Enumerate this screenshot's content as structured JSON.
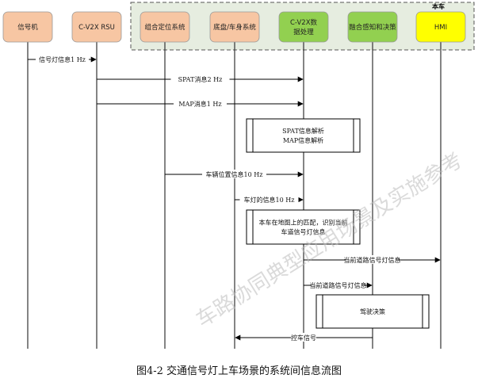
{
  "diagram": {
    "group_tag": "本车",
    "actors": [
      {
        "id": "signal",
        "label": "信号机",
        "color": "#f7c6a3"
      },
      {
        "id": "rsu",
        "label": "C-V2X RSU",
        "color": "#f7c6a3"
      },
      {
        "id": "positioning",
        "label": "组合定位系统",
        "color": "#f7c6a3"
      },
      {
        "id": "chassis",
        "label": "底盘/车身系统",
        "color": "#f7c6a3"
      },
      {
        "id": "v2x",
        "label": "C-V2X数据处理",
        "color": "#92d050"
      },
      {
        "id": "fusion",
        "label": "融合感知和决策",
        "color": "#92d050"
      },
      {
        "id": "hmi",
        "label": "HMI",
        "color": "#ffff00"
      }
    ],
    "messages": [
      {
        "from": "signal",
        "to": "rsu",
        "label": "信号灯信息1 Hz"
      },
      {
        "from": "rsu",
        "to": "v2x",
        "label": "SPAT消息2 Hz"
      },
      {
        "from": "rsu",
        "to": "v2x",
        "label": "MAP消息1 Hz"
      },
      {
        "from": "positioning",
        "to": "v2x",
        "label": "车辆位置信息10 Hz"
      },
      {
        "from": "chassis",
        "to": "v2x",
        "label": "车灯的信息10 Hz"
      },
      {
        "from": "v2x",
        "to": "hmi",
        "label": "当前道路信号灯信息"
      },
      {
        "from": "v2x",
        "to": "fusion",
        "label": "当前道路信号灯信息"
      },
      {
        "from": "fusion",
        "to": "chassis",
        "label": "控车信号"
      }
    ],
    "process_boxes": [
      {
        "lines": [
          "SPAT信息解析",
          "MAP信息解析"
        ]
      },
      {
        "lines": [
          "本车在地图上的匹配，识别当前",
          "车道信号灯信息"
        ]
      },
      {
        "lines": [
          "驾驶决策"
        ]
      }
    ],
    "watermark": "车路协同典型应用场景及实施参考"
  },
  "caption": "图4-2 交通信号灯上车场景的系统间信息流图"
}
